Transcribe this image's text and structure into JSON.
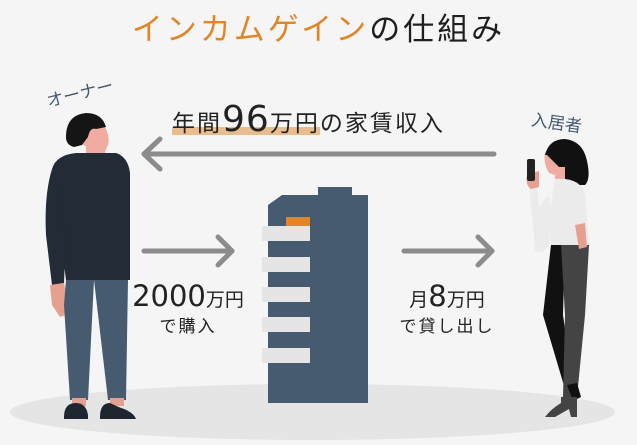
{
  "title": {
    "accent_text": "インカムゲイン",
    "rest_text": "の仕組み"
  },
  "income_flow": {
    "prefix": "年間",
    "amount": "96",
    "unit": "万円",
    "suffix": "の家賃収入",
    "arrow_direction": "left"
  },
  "owner": {
    "label": "オーナー"
  },
  "tenant": {
    "label": "入居者"
  },
  "purchase": {
    "amount": "2000",
    "unit": "万円",
    "action": "で購入",
    "arrow_direction": "right"
  },
  "rent": {
    "prefix": "月",
    "amount": "8",
    "unit": "万円",
    "action": "で貸し出し",
    "arrow_direction": "right"
  },
  "colors": {
    "accent_orange": "#e08528",
    "highlight": "#e8bc8c",
    "building": "#475b70",
    "arrow_gray": "#8c8c8c",
    "background": "#f5f5f5",
    "ground": "#e5e5e5"
  }
}
